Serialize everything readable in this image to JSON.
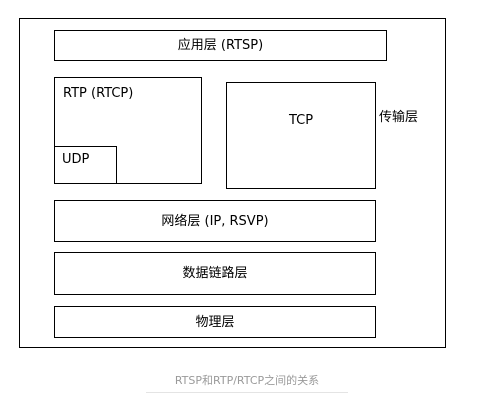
{
  "diagram": {
    "application_layer": "应用层 (RTSP)",
    "rtp_rtcp": "RTP (RTCP)",
    "udp": "UDP",
    "tcp": "TCP",
    "transport_layer": "传输层",
    "network_layer": "网络层 (IP, RSVP)",
    "data_link_layer": "数据链路层",
    "physical_layer": "物理层"
  },
  "caption": "RTSP和RTP/RTCP之间的关系"
}
